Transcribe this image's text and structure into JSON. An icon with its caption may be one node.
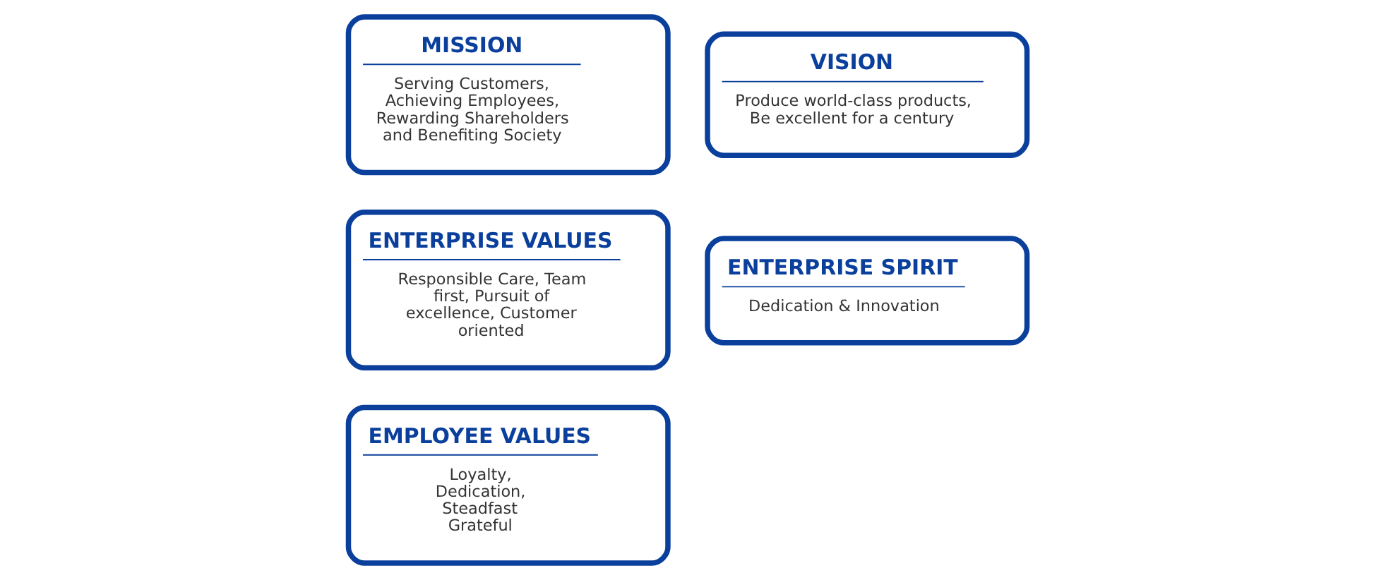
{
  "diagram": {
    "nodes": [
      {
        "text": [
          "MISSION",
          "Serving Customers, Achieving Employees, Rewarding Shareholders and Benefiting Society"
        ]
      },
      {
        "text": [
          "VISION",
          "Produce world-class products, Be excellent for a century"
        ]
      },
      {
        "text": [
          "ENTERPRISE SPIRIT",
          "Dedication & Innovation"
        ]
      },
      {
        "text": [
          "ENTERPRISE VALUES",
          "Responsible Care, Team first, Pursuit of excellence, Customer oriented"
        ]
      },
      {
        "text": [
          "EMPLOYEE VALUES",
          "Loyalty, Dedication, Steadfast Grateful"
        ]
      }
    ],
    "edges": []
  }
}
